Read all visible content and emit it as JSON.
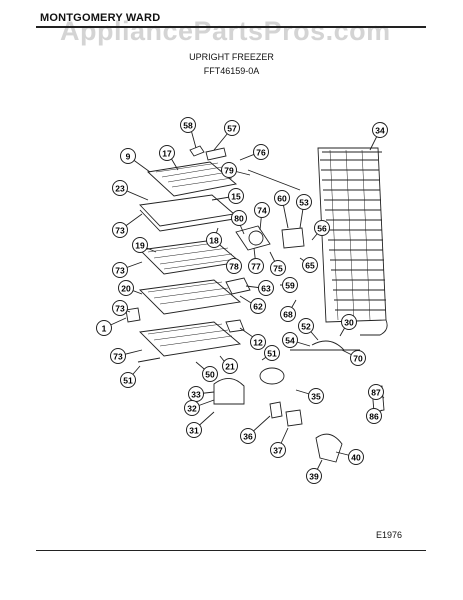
{
  "header": {
    "brand": "MONTGOMERY WARD",
    "watermark": "AppliancePartsPros.com",
    "title": "UPRIGHT FREEZER",
    "model": "FFT46159-0A"
  },
  "footer": {
    "diagram_code": "E1976"
  },
  "callouts": [
    "58",
    "57",
    "76",
    "34",
    "9",
    "17",
    "79",
    "23",
    "60",
    "53",
    "15",
    "74",
    "73",
    "80",
    "18",
    "56",
    "19",
    "78",
    "77",
    "75",
    "65",
    "73",
    "63",
    "59",
    "20",
    "62",
    "73",
    "68",
    "52",
    "30",
    "1",
    "54",
    "12",
    "73",
    "51",
    "70",
    "51",
    "50",
    "21",
    "87",
    "33",
    "35",
    "32",
    "86",
    "31",
    "36",
    "37",
    "40",
    "39"
  ]
}
